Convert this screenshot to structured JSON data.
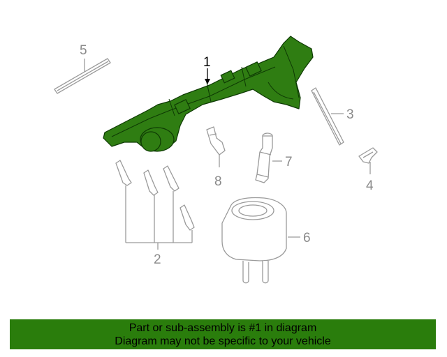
{
  "callouts": {
    "c1": "1",
    "c2": "2",
    "c3": "3",
    "c4": "4",
    "c5": "5",
    "c6": "6",
    "c7": "7",
    "c8": "8"
  },
  "highlighted_part": "1",
  "banner": {
    "line1": "Part or sub-assembly is #1 in diagram",
    "line2": "Diagram may not be specific to your vehicle"
  },
  "colors": {
    "highlight": "#2f7d12",
    "banner": "#2a7d0c",
    "line_art": "#9a9a9a"
  }
}
